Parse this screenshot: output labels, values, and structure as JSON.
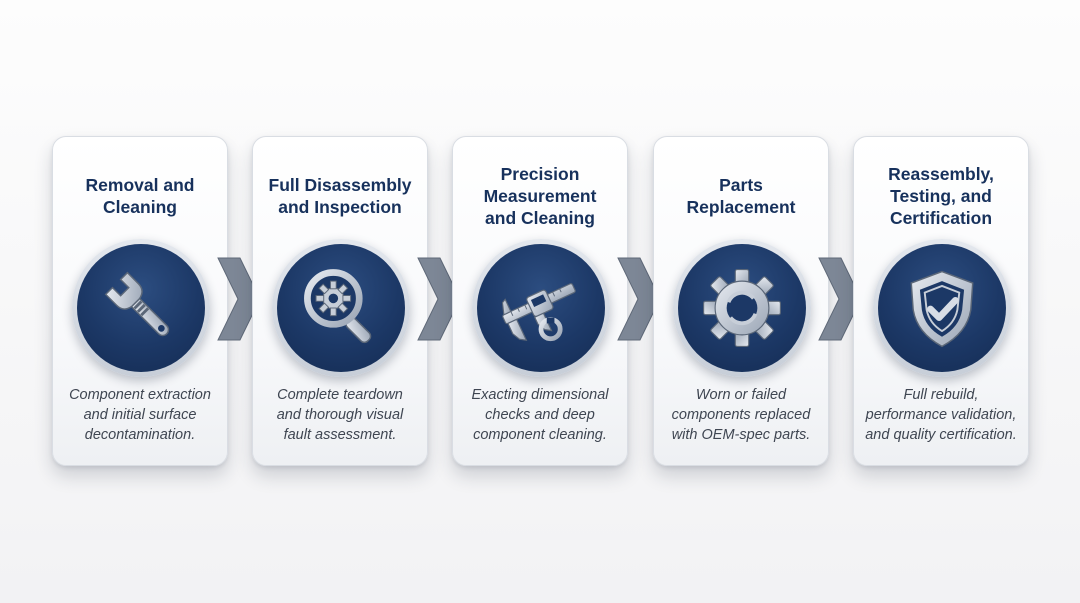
{
  "steps": [
    {
      "title": "Removal and\nCleaning",
      "icon": "wrench-icon",
      "description": "Component extraction\nand initial surface\ndecontamination."
    },
    {
      "title": "Full Disassembly\nand Inspection",
      "icon": "magnifier-gear-icon",
      "description": "Complete teardown\nand thorough visual\nfault assessment."
    },
    {
      "title": "Precision\nMeasurement\nand Cleaning",
      "icon": "calipers-icon",
      "description": "Exacting dimensional\nchecks and deep\ncomponent cleaning."
    },
    {
      "title": "Parts\nReplacement",
      "icon": "gear-icon",
      "description": "Worn or failed\ncomponents replaced\nwith OEM-spec parts."
    },
    {
      "title": "Reassembly,\nTesting, and\nCertification",
      "icon": "shield-check-icon",
      "description": "Full rebuild,\nperformance validation,\nand quality certification."
    }
  ],
  "colors": {
    "title": "#17315c",
    "badge": "#1c3866",
    "icon": "#b9c2cf",
    "arrow": "#7d8796",
    "description": "#3f4652"
  }
}
